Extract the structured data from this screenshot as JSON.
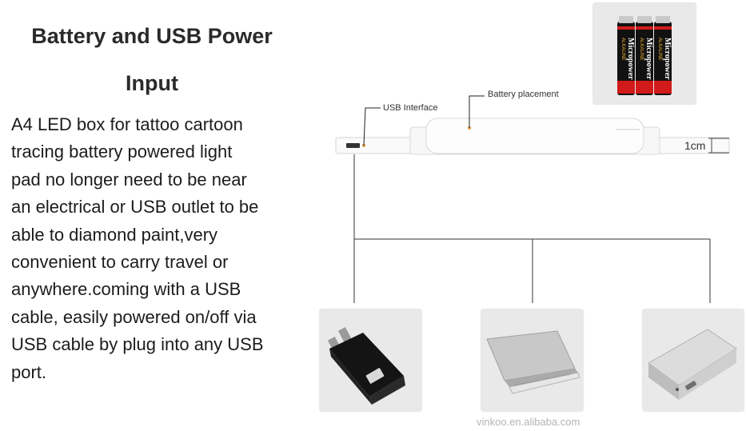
{
  "heading": {
    "line1": "Battery and USB Power",
    "line2": "Input"
  },
  "description": " A4 LED box for tattoo cartoon\ntracing battery powered light\npad no longer need to be near\nan electrical or USB outlet to be\nable to diamond paint,very\nconvenient to carry travel or\nanywhere.coming with a USB\ncable, easily powered on/off via\nUSB cable by plug into any USB\nport.",
  "diagram": {
    "usb_interface_label": "USB Interface",
    "battery_placement_label": "Battery placement",
    "thickness_label": "1cm",
    "battery_brand": "Micropower",
    "battery_type": "ALKALINE"
  },
  "watermark": "vinkoo.en.alibaba.com",
  "icons": [
    "aaa-batteries-icon",
    "wall-charger-icon",
    "laptop-icon",
    "power-bank-icon"
  ]
}
